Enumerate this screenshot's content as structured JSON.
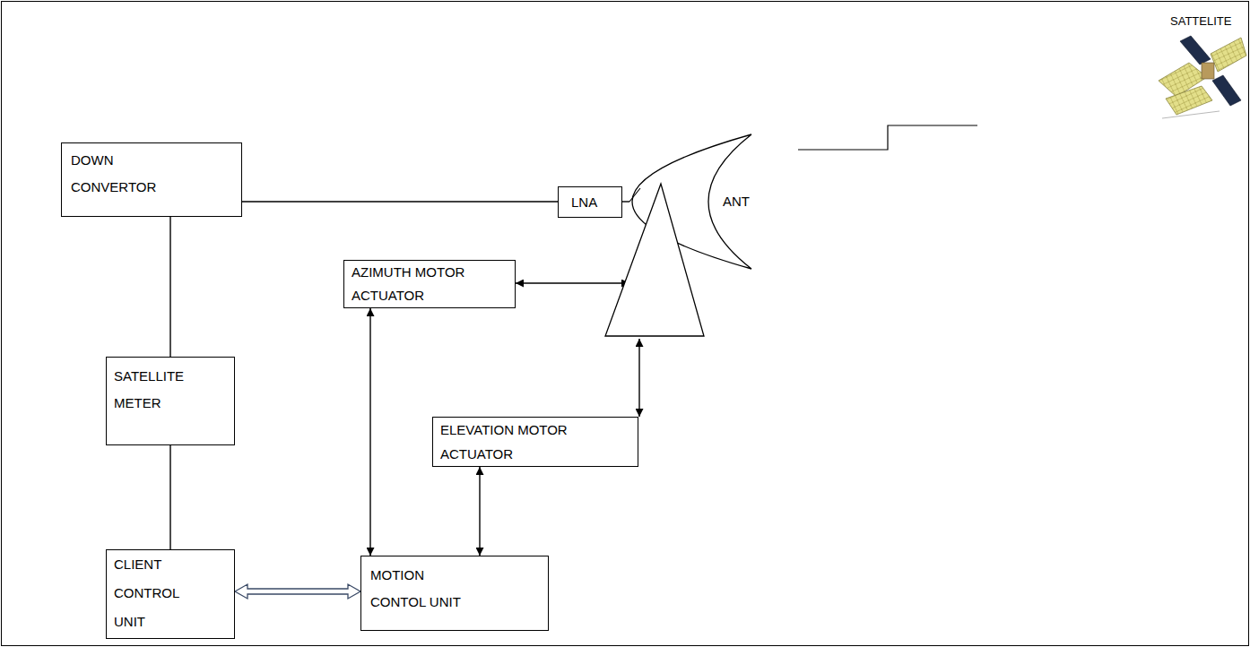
{
  "diagram": {
    "nodes": [
      {
        "text": [
          "DOWN CONVERTOR"
        ]
      },
      {
        "text": [
          "LNA"
        ]
      },
      {
        "text": [
          "ANT"
        ]
      },
      {
        "text": [
          "AZIMUTH MOTOR ACTUATOR"
        ]
      },
      {
        "text": [
          "SATELLITE METER"
        ]
      },
      {
        "text": [
          "ELEVATION MOTOR ACTUATOR"
        ]
      },
      {
        "text": [
          "CLIENT CONTROL UNIT"
        ]
      },
      {
        "text": [
          "MOTION CONTOL UNIT"
        ]
      }
    ],
    "edges": [
      {
        "from": 0,
        "to": 1,
        "arrow": "none"
      },
      {
        "from": 1,
        "to": 2,
        "arrow": "none"
      },
      {
        "from": 0,
        "to": 4,
        "arrow": "none"
      },
      {
        "from": 4,
        "to": 6,
        "arrow": "none"
      },
      {
        "from": 3,
        "to": 2,
        "arrow": "both"
      },
      {
        "from": 3,
        "to": 7,
        "arrow": "both"
      },
      {
        "from": 5,
        "to": 2,
        "arrow": "both"
      },
      {
        "from": 5,
        "to": 7,
        "arrow": "both"
      },
      {
        "from": 6,
        "to": 7,
        "arrow": "both"
      }
    ],
    "labels": [
      "SATTELITE"
    ]
  }
}
